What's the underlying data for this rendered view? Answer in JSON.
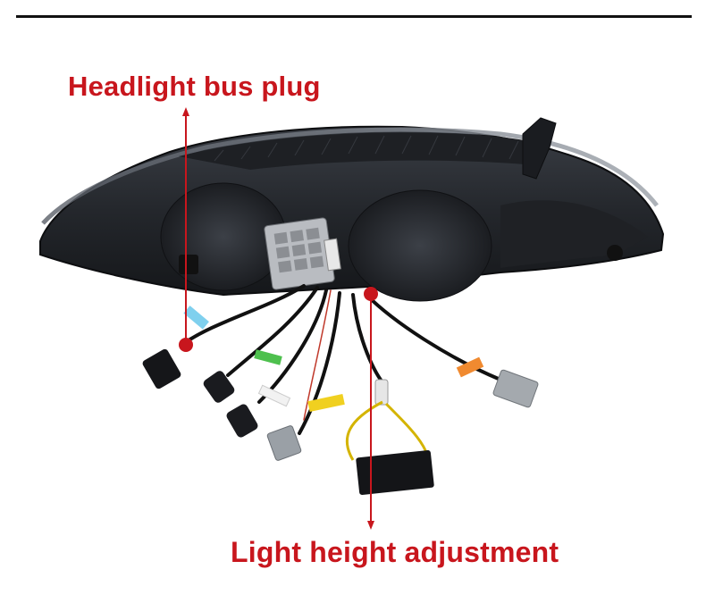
{
  "annotations": {
    "top_label": "Headlight bus plug",
    "bottom_label": "Light height adjustment"
  },
  "colors": {
    "accent_red": "#c8161d",
    "housing": "#2a2d33",
    "rule": "#111111"
  },
  "image": {
    "subject": "headlight-rear-with-wiring"
  }
}
